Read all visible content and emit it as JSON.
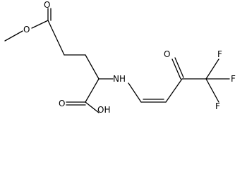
{
  "molecule": {
    "atom_labels": {
      "ester_carbonyl_o": "O",
      "ester_ether_o": "O",
      "nitrogen": "NH",
      "ketone_o": "O",
      "acid_carbonyl_o": "O",
      "acid_hydroxyl": "OH",
      "fluorine_1": "F",
      "fluorine_2": "F",
      "fluorine_3": "F"
    }
  }
}
